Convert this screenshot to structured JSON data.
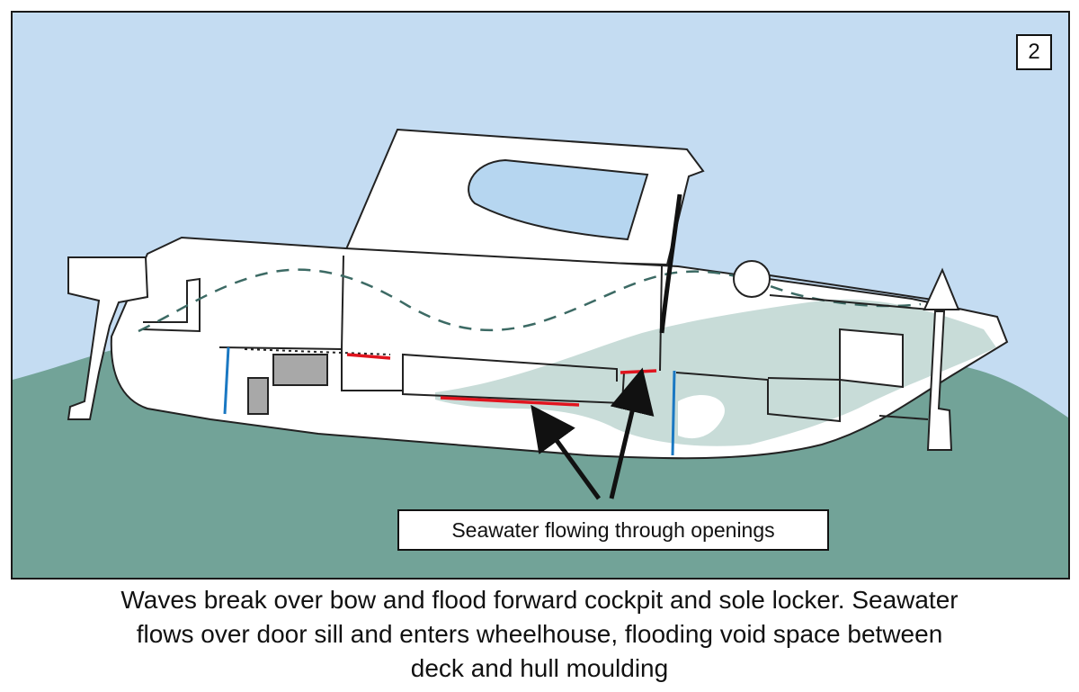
{
  "diagram": {
    "panel_number": "2",
    "callout_label": "Seawater flowing through openings",
    "caption": "Waves break over bow and flood forward cockpit and sole locker. Seawater\nflows over door sill and enters wheelhouse, flooding void space between\ndeck and hull moulding",
    "colors": {
      "sky": "#c4dcf2",
      "sea": "#72a398",
      "floodwater": "#c8dcd8",
      "window": "#b6d6f0",
      "door": "#111111",
      "drain_openings": "#e0141e",
      "bulkheads": "#1a78c2",
      "machinery": "#a8a8a8"
    }
  }
}
